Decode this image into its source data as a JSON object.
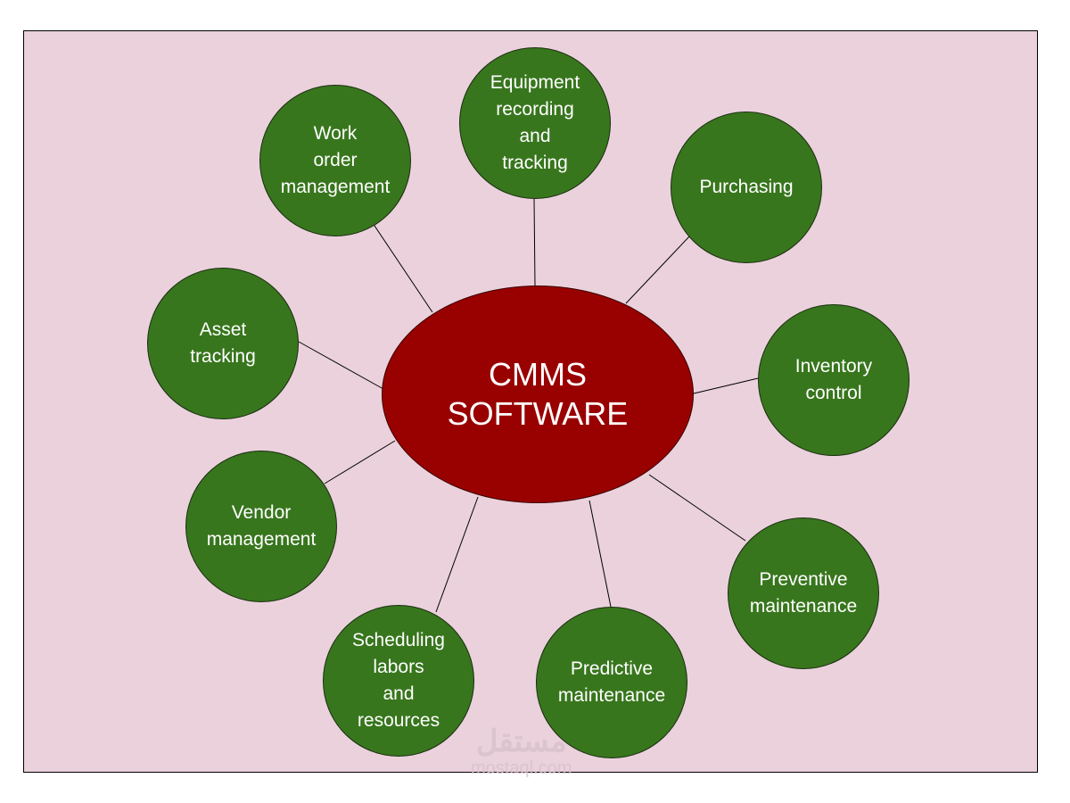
{
  "diagram": {
    "center": {
      "label": "CMMS\nSOFTWARE",
      "color": "#990000"
    },
    "node_color": "#38761d",
    "background_color": "#ead1dc",
    "nodes": [
      {
        "id": "work-order-management",
        "label": "Work\norder\nmanagement"
      },
      {
        "id": "equipment-recording-tracking",
        "label": "Equipment\nrecording\nand\ntracking"
      },
      {
        "id": "purchasing",
        "label": "Purchasing"
      },
      {
        "id": "asset-tracking",
        "label": "Asset\ntracking"
      },
      {
        "id": "inventory-control",
        "label": "Inventory\ncontrol"
      },
      {
        "id": "vendor-management",
        "label": "Vendor\nmanagement"
      },
      {
        "id": "preventive-maintenance",
        "label": "Preventive\nmaintenance"
      },
      {
        "id": "scheduling-labors-resources",
        "label": "Scheduling\nlabors\nand\nresources"
      },
      {
        "id": "predictive-maintenance",
        "label": "Predictive\nmaintenance"
      }
    ]
  },
  "watermark": {
    "arabic": "مستقل",
    "text": "mostaql.com"
  }
}
